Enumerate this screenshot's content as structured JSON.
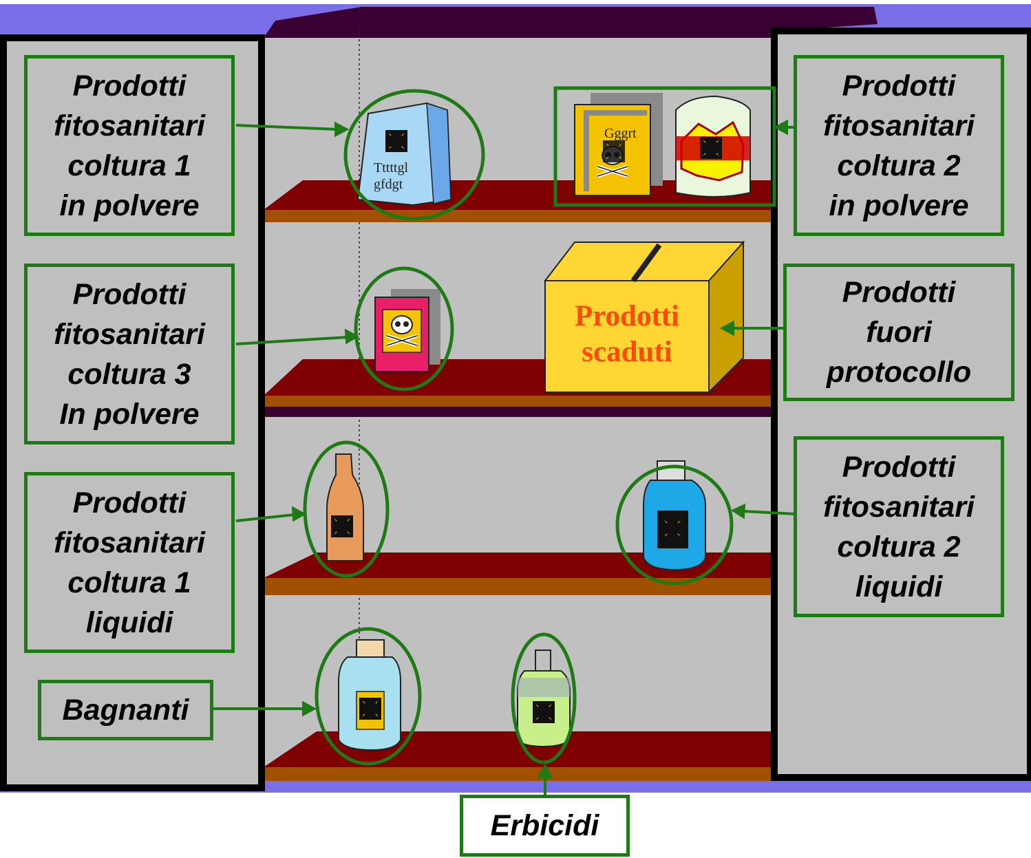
{
  "labels": {
    "left_1": "Prodotti\nfitosanitari\ncoltura 1\nin polvere",
    "left_2": "Prodotti\nfitosanitari\ncoltura 3\nIn polvere",
    "left_3": "Prodotti\nfitosanitari\ncoltura 1\nliquidi",
    "left_4": "Bagnanti",
    "right_1": "Prodotti\nfitosanitari\ncoltura 2\nin polvere",
    "right_2": "Prodotti\nfuori\nprotocollo",
    "right_3": "Prodotti\nfitosanitari\ncoltura 2\nliquidi",
    "bottom": "Erbicidi"
  },
  "box_label": "Prodotti\nscaduti",
  "package_texts": {
    "bag_blue": "Tttttgl\ngfdgt",
    "box_yellow": "Gggrt"
  },
  "colors": {
    "label_border": "#1e7a14",
    "label_fill": "#bfbfbf",
    "cabinet_back": "#c0c0c0",
    "shelf_top": "#7f0000",
    "shelf_front": "#a05000",
    "background_band": "#7b6fe8",
    "cabinet_roof": "#3b0033",
    "scaduti_text": "#ff4a00"
  },
  "icons": [
    "hazard-icon",
    "skull-icon",
    "powder-bag-icon",
    "bottle-icon",
    "cardboard-box-icon"
  ]
}
